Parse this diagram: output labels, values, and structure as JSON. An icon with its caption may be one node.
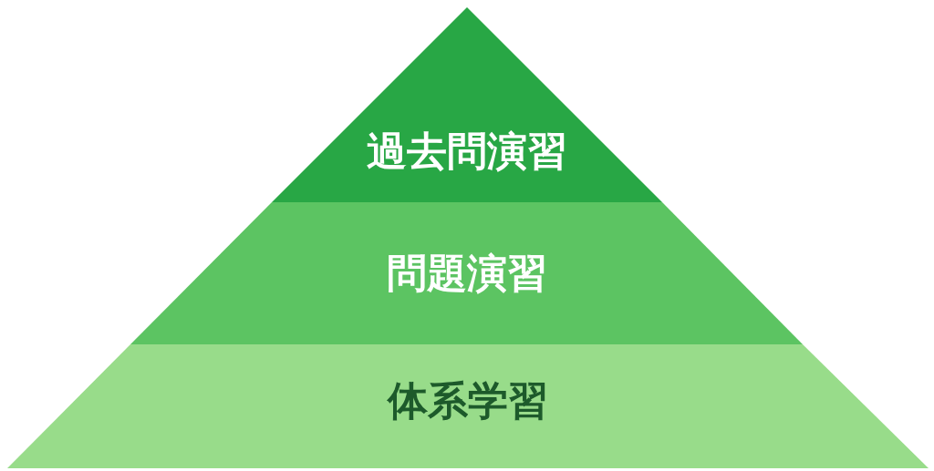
{
  "diagram": {
    "nodes": [
      {
        "text": [
          "過去問演習"
        ]
      },
      {
        "text": [
          "問題演習"
        ]
      },
      {
        "text": [
          "体系学習"
        ]
      }
    ]
  }
}
